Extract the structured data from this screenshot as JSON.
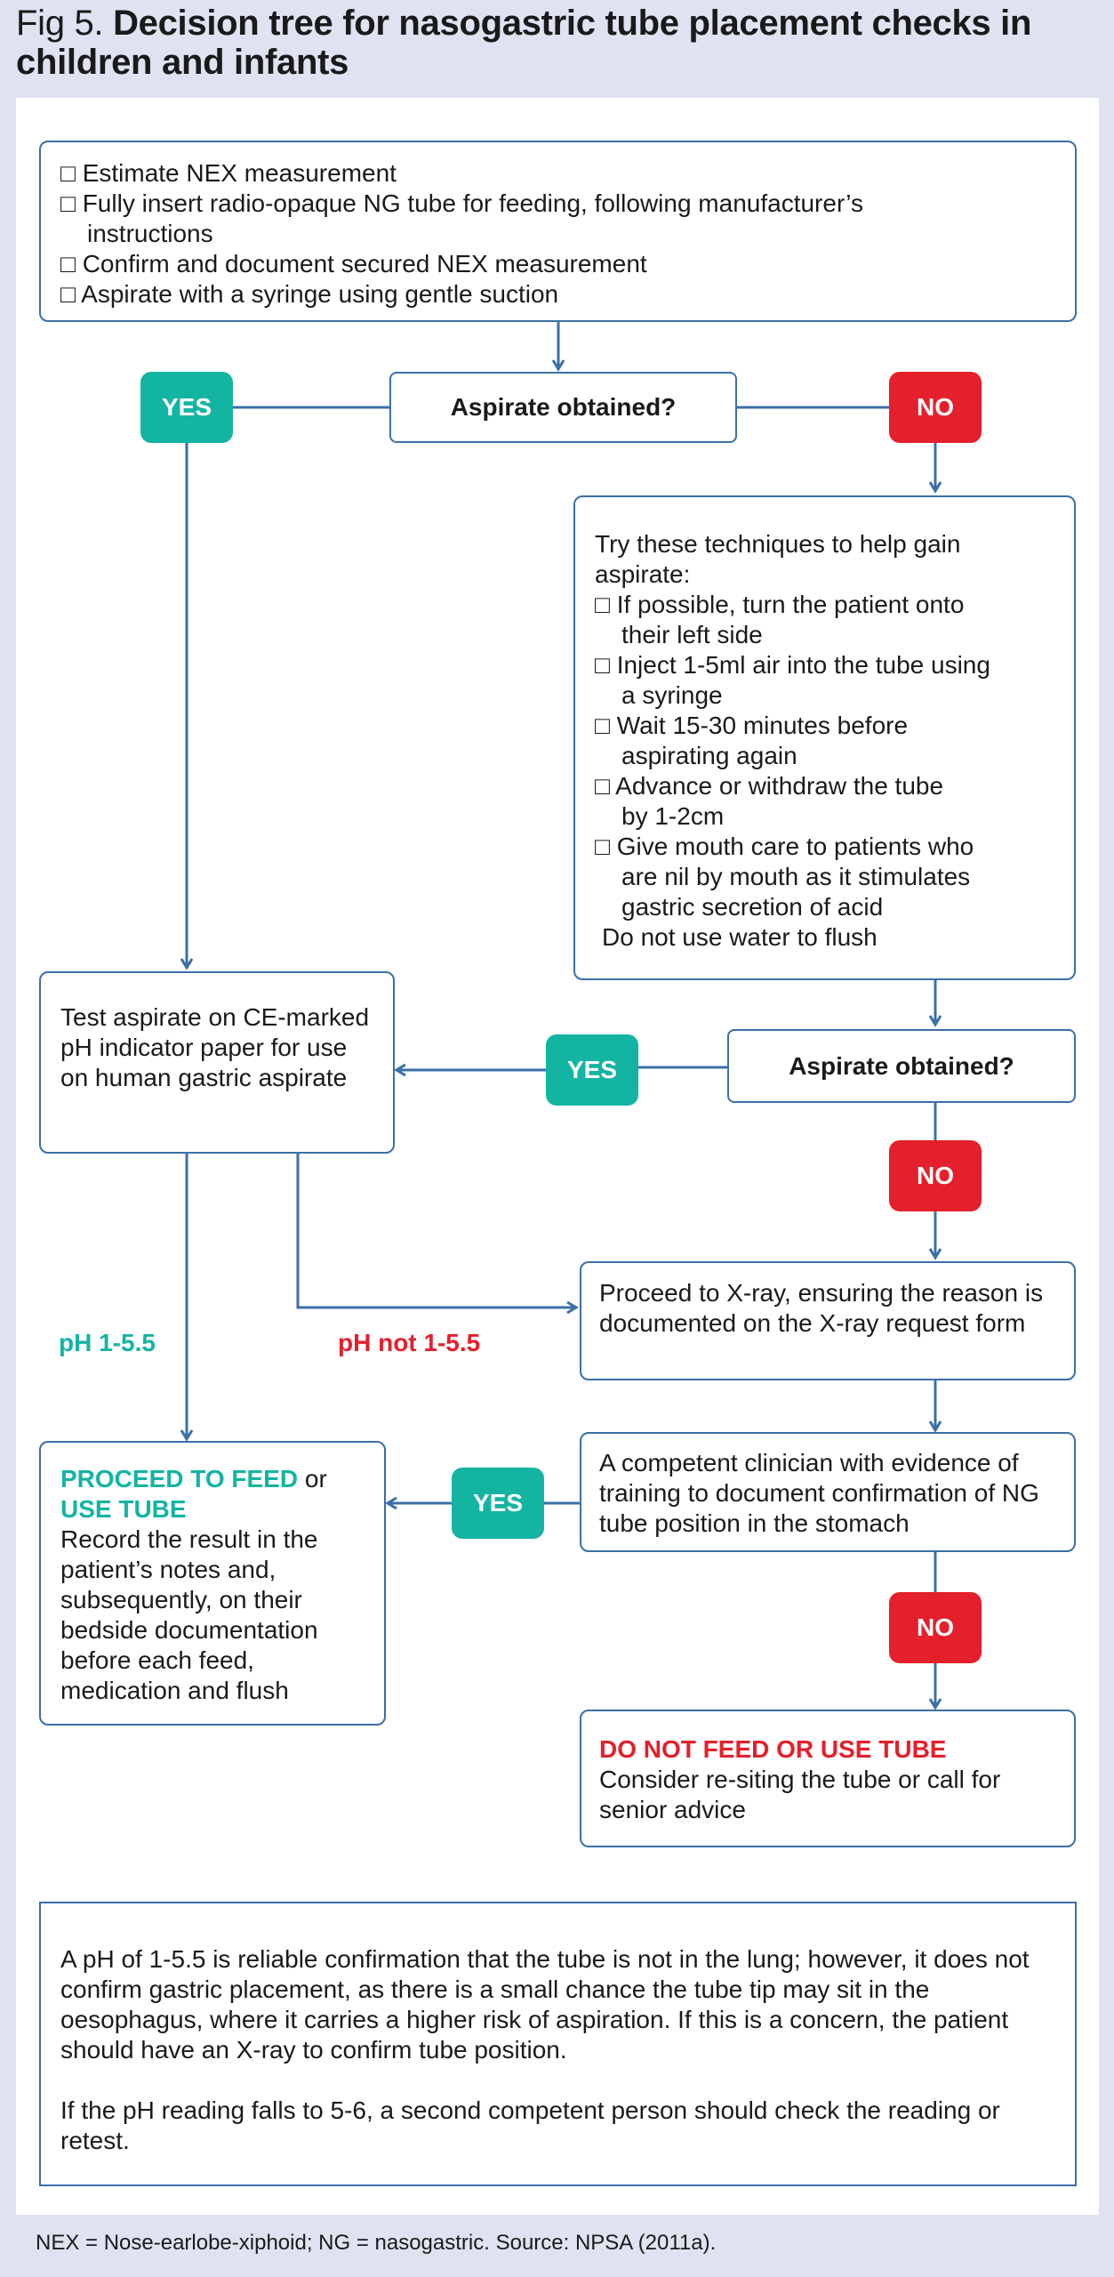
{
  "title": {
    "fig": "Fig 5.",
    "heading": "Decision tree for nasogastric tube placement checks in children and infants"
  },
  "steps": {
    "start": {
      "items": [
        "Estimate NEX measurement",
        "Fully insert radio-opaque NG tube for feeding, following manufacturer’s",
        "instructions",
        "Confirm and document secured NEX measurement",
        "Aspirate with a syringe using gentle suction"
      ]
    },
    "q1": "Aspirate obtained?",
    "techniques": {
      "intro": "Try these techniques to help gain aspirate:",
      "items": [
        [
          "If possible, turn the patient onto",
          "their left side"
        ],
        [
          "Inject 1-5ml air into the tube using",
          "a syringe"
        ],
        [
          "Wait 15-30 minutes before",
          "aspirating again"
        ],
        [
          "Advance or withdraw the tube",
          "by 1-2cm"
        ],
        [
          "Give mouth care to patients who",
          "are nil by mouth as it stimulates",
          "gastric secretion of acid"
        ]
      ],
      "note": "Do not use water to flush"
    },
    "q2": "Aspirate obtained?",
    "test": "Test aspirate on CE-marked pH indicator paper for use on human gastric aspirate",
    "xray": "Proceed to X-ray, ensuring the reason is documented on the X-ray request form",
    "clinician": "A competent clinician with evidence of training to document confirmation of NG tube position in the stomach",
    "feed": {
      "heading": "PROCEED TO FEED",
      "or": "or",
      "heading2": "USE TUBE",
      "body": "Record the result in the patient’s notes and, subsequently, on their bedside documentation before each feed, medication and flush"
    },
    "nofeed": {
      "heading": "DO NOT FEED OR USE TUBE",
      "body": "Consider re-siting the tube or call for senior advice"
    }
  },
  "badges": {
    "yes": "YES",
    "no": "NO"
  },
  "labels": {
    "ph_ok": "pH 1-5.5",
    "ph_not": "pH not 1-5.5"
  },
  "note": {
    "p1": "A pH of 1-5.5 is reliable confirmation that the tube is not in the lung; however, it does not confirm gastric placement, as there is a small chance the tube tip may sit in the oesophagus, where it carries a higher risk of aspiration. If this is a concern, the patient should have an X-ray to confirm tube position.",
    "p2": "If the pH reading falls to 5-6, a second competent person should check the reading or retest."
  },
  "footer": "NEX = Nose-earlobe-xiphoid; NG = nasogastric.  Source: NPSA (2011a).",
  "colors": {
    "yes": "#14b4a3",
    "no": "#e3202c",
    "line": "#3b6fa8",
    "bg": "#dfe3f1"
  }
}
